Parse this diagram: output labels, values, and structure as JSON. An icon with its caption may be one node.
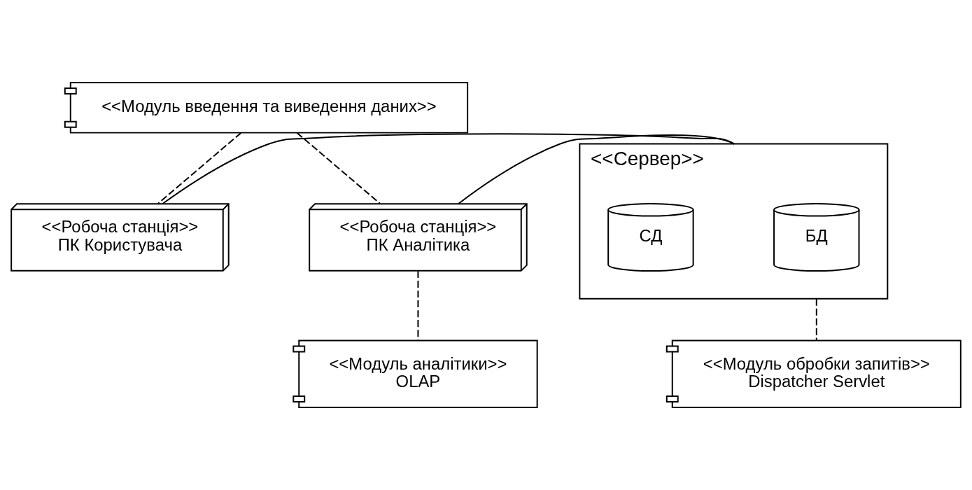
{
  "diagram": {
    "nodes": [
      {
        "text": [
          "<<Модуль введення та виведення даних>>"
        ]
      },
      {
        "text": [
          "<<Робоча станція>>",
          "ПК Користувача"
        ]
      },
      {
        "text": [
          "<<Сервер>>"
        ]
      },
      {
        "text": [
          "БД"
        ],
        "in": 2
      },
      {
        "text": [
          "СД"
        ],
        "in": 2
      },
      {
        "text": [
          "<<Робоча станція>>",
          "ПК Аналітика"
        ]
      },
      {
        "text": [
          "<<Модуль аналітики>>",
          "OLAP"
        ]
      },
      {
        "text": [
          "<<Модуль обробки запитів>>",
          "Dispatcher Servlet"
        ]
      }
    ],
    "edges": [
      {
        "from": 0,
        "to": 1,
        "arrow": "none",
        "style": "dashed"
      },
      {
        "from": 0,
        "to": 5,
        "arrow": "none",
        "style": "dashed"
      },
      {
        "from": 1,
        "to": 2,
        "arrow": "none"
      },
      {
        "from": 2,
        "to": 5,
        "arrow": "none"
      },
      {
        "from": 2,
        "to": 7,
        "arrow": "none",
        "style": "dashed"
      },
      {
        "from": 5,
        "to": 6,
        "arrow": "none",
        "style": "dashed"
      }
    ]
  }
}
